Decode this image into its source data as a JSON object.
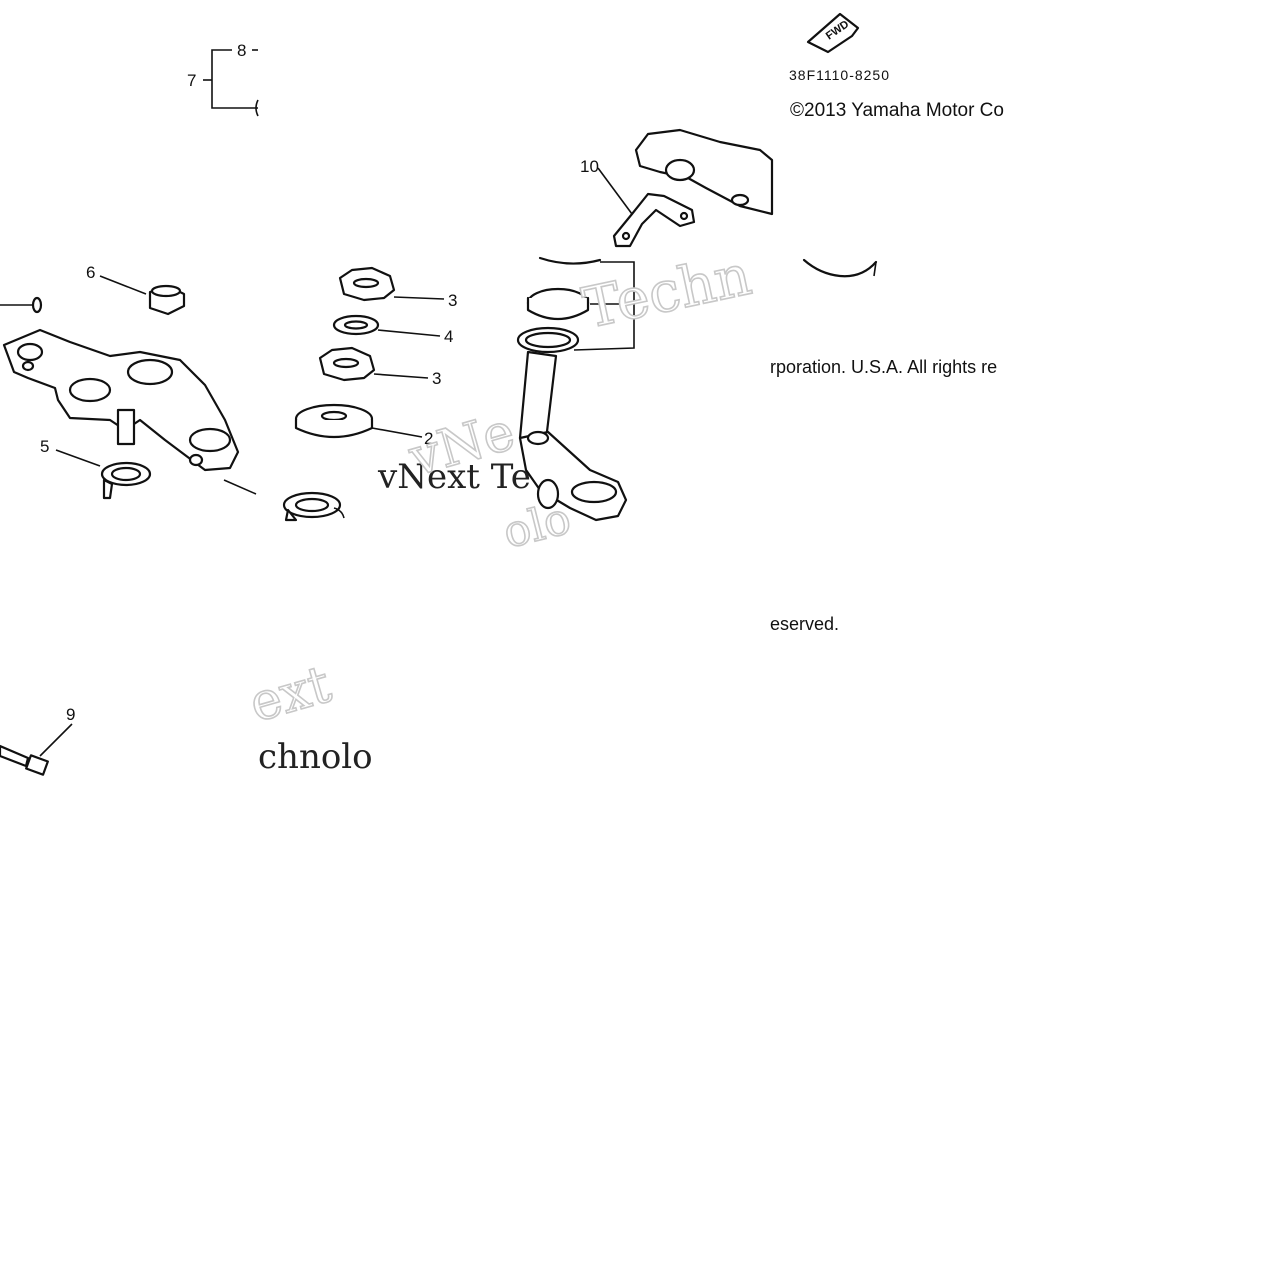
{
  "diagram": {
    "part_code": "38F1110-8250",
    "copyright_line1": "©2013 Yamaha Motor Co",
    "copyright_line2": "rporation. U.S.A. All rights re",
    "copyright_line3": "eserved.",
    "fwd_label": "FWD",
    "callouts": {
      "c2": "2",
      "c3a": "3",
      "c3b": "3",
      "c4": "4",
      "c5": "5",
      "c6": "6",
      "c7": "7",
      "c8": "8",
      "c9": "9",
      "c10": "10"
    },
    "watermarks": {
      "w1": "vNext Te",
      "w2": "vNe",
      "w3": "Techn",
      "w4": "ext",
      "w5": "chnolo",
      "w6": "olo"
    }
  }
}
